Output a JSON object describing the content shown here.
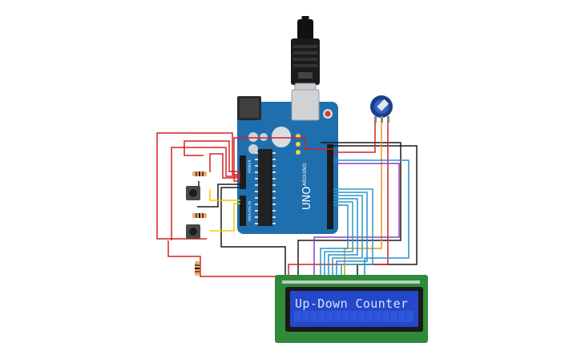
{
  "lcd": {
    "text": "Up-Down Counter"
  },
  "board": {
    "model": "UNO",
    "brand": "ARDUINO",
    "section_power": "POWER",
    "section_analog": "ANALOG IN"
  },
  "colors": {
    "board": "#1f6fae",
    "lcd_pcb": "#2f8a3a",
    "lcd_screen": "#2547c9",
    "wire_red": "#d62020",
    "wire_black": "#1a1a1a",
    "wire_yellow": "#f2c800",
    "wire_orange": "#e8941a",
    "wire_blue": "#2a8fd4",
    "wire_purple": "#8e3fc0",
    "wire_teal": "#25a0b8",
    "potentiometer": "#1c3f8a"
  },
  "components": [
    "arduino-uno",
    "lcd-16x2",
    "potentiometer",
    "pushbutton",
    "pushbutton",
    "resistor",
    "resistor",
    "resistor",
    "usb-cable"
  ]
}
